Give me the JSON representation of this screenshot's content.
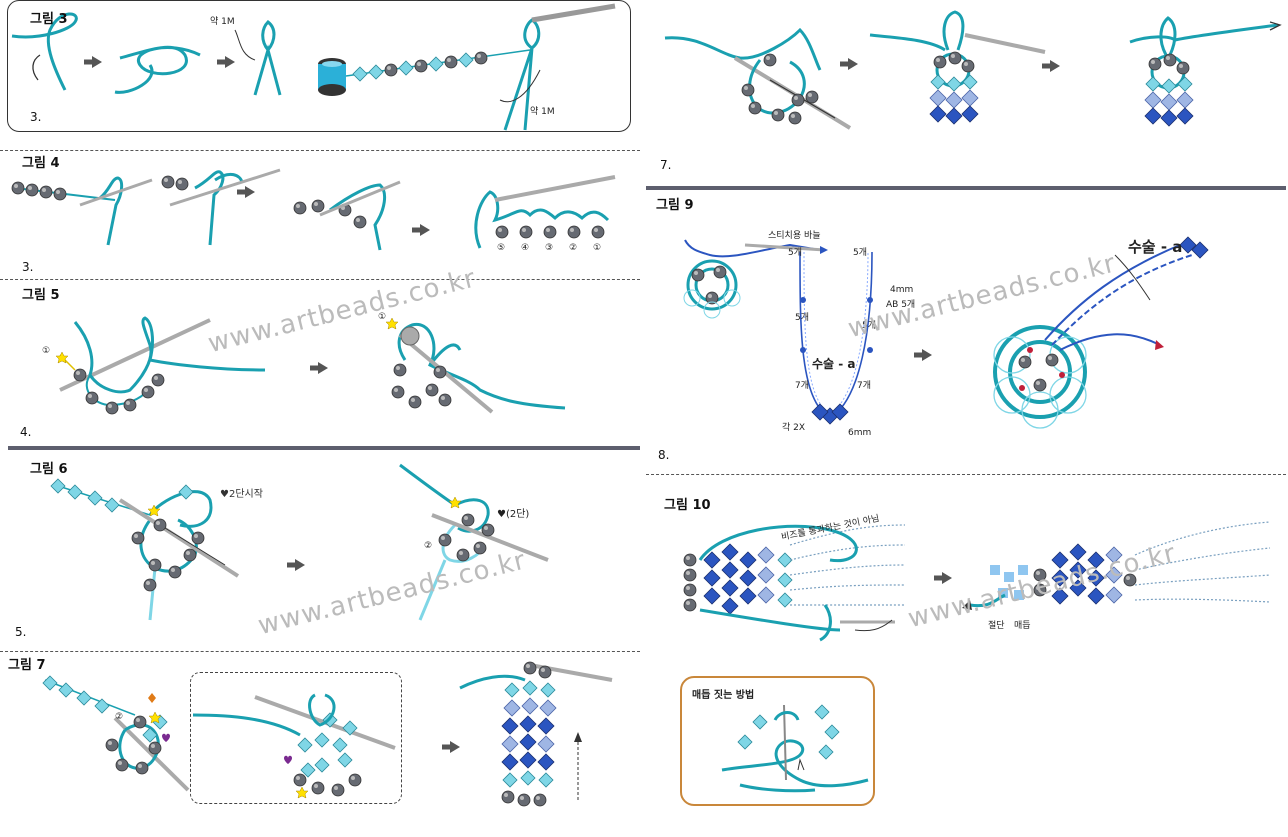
{
  "figures": {
    "fig3": {
      "title": "그림 3",
      "step": "3.",
      "label_1": "약 1M",
      "label_2": "약 1M"
    },
    "fig4": {
      "title": "그림 4",
      "step": "3.",
      "numbers": [
        "⑤",
        "④",
        "③",
        "②",
        "①"
      ]
    },
    "fig5": {
      "title": "그림 5",
      "step": "4.",
      "marker": "①",
      "marker_2": "①"
    },
    "fig6": {
      "title": "그림 6",
      "step": "5.",
      "label_start": "♥2단시작",
      "label_row2": "♥(2단)",
      "marker": "②"
    },
    "fig7": {
      "title": "그림 7",
      "step": "7.",
      "marker": "②"
    },
    "fig8": {
      "step": "8."
    },
    "fig9": {
      "title": "그림 9",
      "needle_label": "스티치용 바늘",
      "label_5a": "5개",
      "label_5b": "5개",
      "label_5c": "5개",
      "label_5d": "5개",
      "label_4mm": "4mm",
      "label_ab": "AB 5개",
      "label_sul_left": "수술 - a",
      "label_sul_right": "수술 - a",
      "label_7a": "7개",
      "label_7b": "7개",
      "label_2x": "각 2X",
      "label_6mm": "6mm"
    },
    "fig10": {
      "title": "그림 10",
      "note": "비즈를 통과하는 것이 아님",
      "label_cut": "절단",
      "label_knot": "매듭"
    },
    "knot_box": {
      "title": "매듭 짓는 방법"
    }
  },
  "watermark": "www.artbeads.co.kr",
  "colors": {
    "thread": "#1aa0b0",
    "bead_gray": "#666a72",
    "crystal_blue": "#2b55c0",
    "crystal_light": "#7fd6e6",
    "frame": "#c9873a"
  }
}
